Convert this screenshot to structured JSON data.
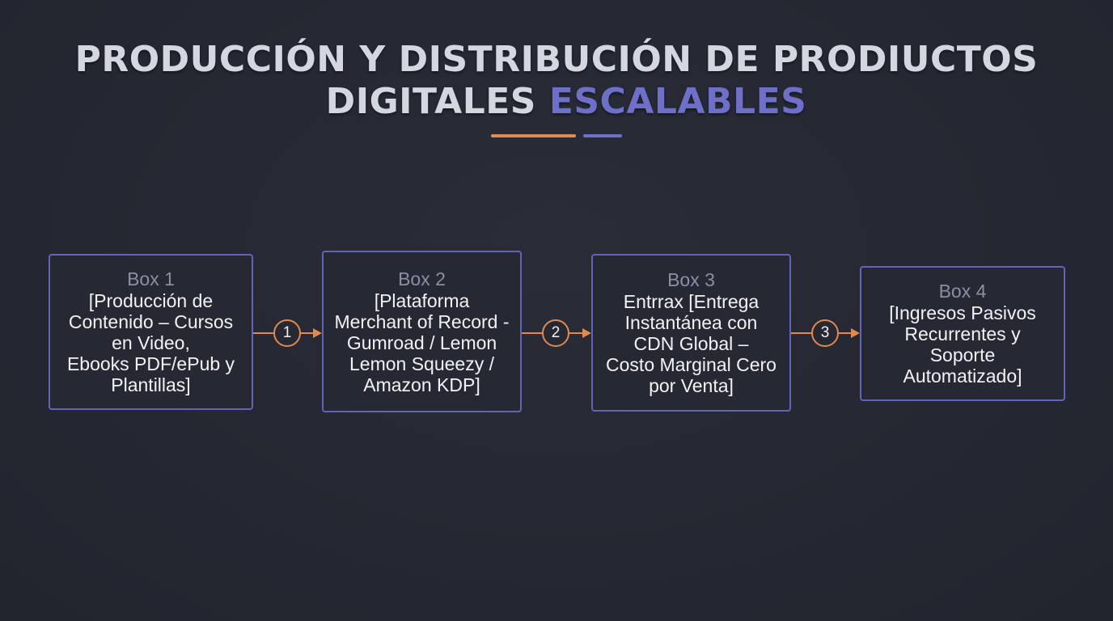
{
  "title": {
    "line1": "PRODUCCIÓN Y DISTRIBUCIÓN DE PRODIUCTOS",
    "line2_plain": "DIGITALES ",
    "line2_accent": "ESCALABLES"
  },
  "colors": {
    "background": "#262833",
    "title_text": "#d4d7e2",
    "accent_blue": "#6e6fc8",
    "accent_orange": "#e08a50",
    "box_border": "#6264b8"
  },
  "boxes": [
    {
      "label": "Box 1",
      "text": "[Producción de\nContenido – Cursos\nen Video,\nEbooks PDF/ePub y\nPlantillas]"
    },
    {
      "label": "Box 2",
      "text": "[Plataforma\nMerchant of Record -\nGumroad / Lemon\nLemon Squeezy /\nAmazon KDP]"
    },
    {
      "label": "Box 3",
      "text": "Entrrax [Entrega\nInstantánea con\nCDN Global –\nCosto Marginal Cero\npor Venta]"
    },
    {
      "label": "Box 4",
      "text": "[Ingresos Pasivos\nRecurrentes y\nSoporte\nAutomatizado]"
    }
  ],
  "connectors": [
    {
      "step": "1"
    },
    {
      "step": "2"
    },
    {
      "step": "3"
    }
  ]
}
